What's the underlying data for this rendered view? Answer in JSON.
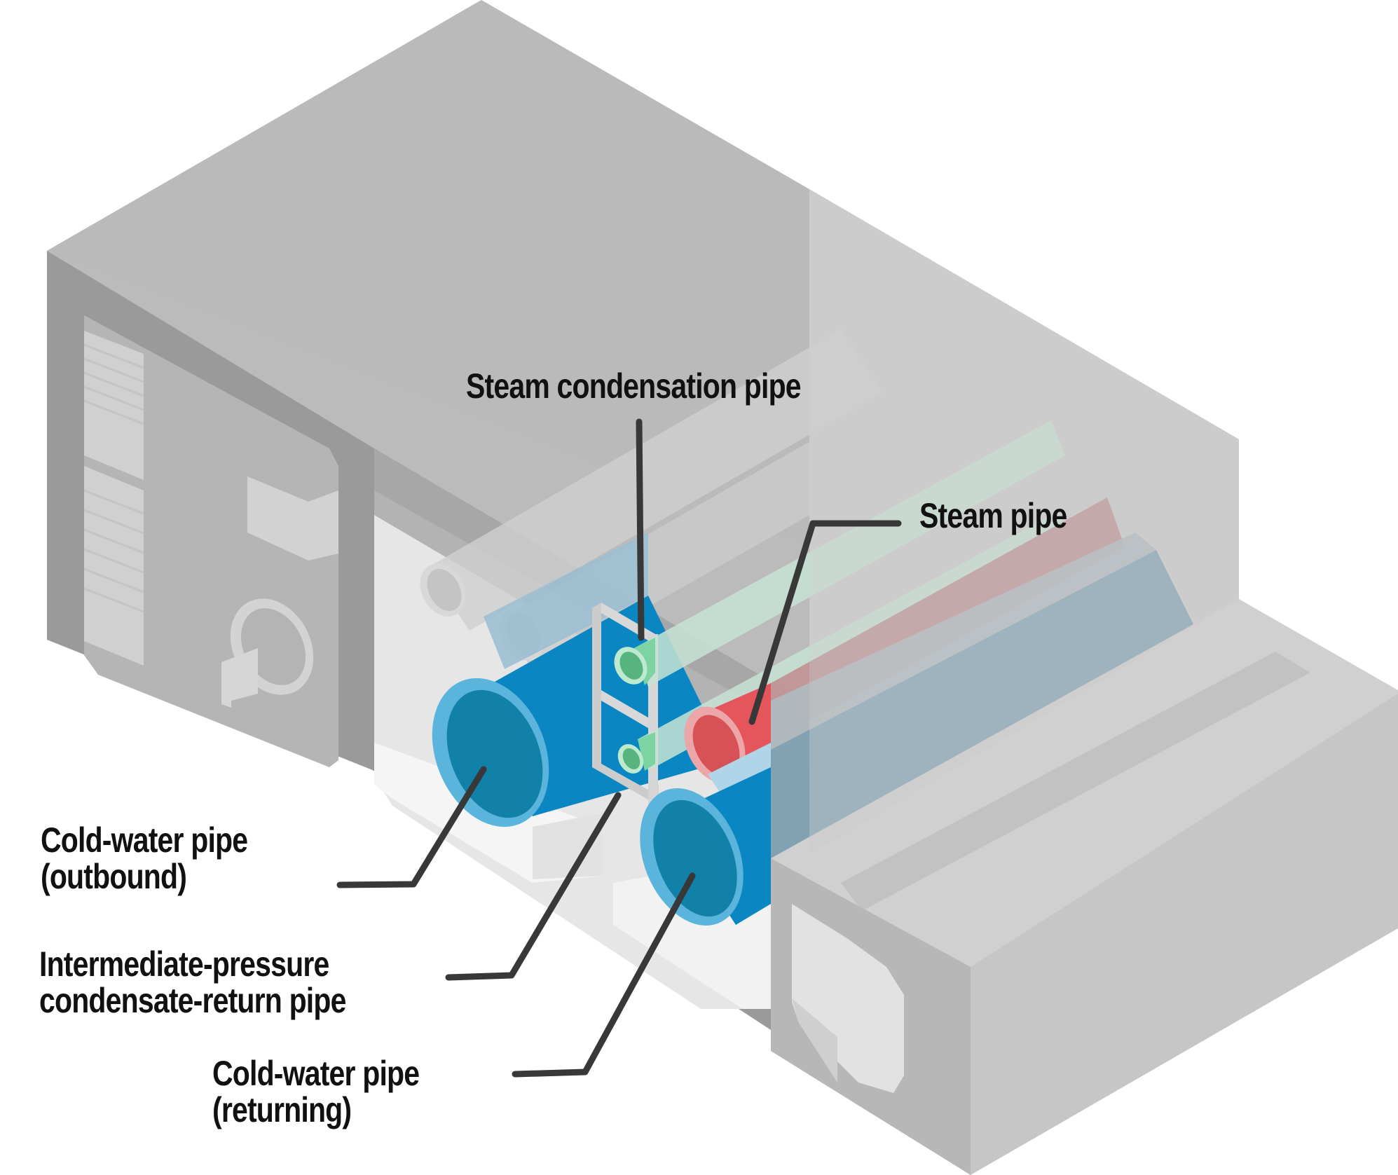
{
  "diagram": {
    "title": "Utility tunnel pipe layout",
    "colors": {
      "concrete_dark": "#9a9a9a",
      "concrete_mid": "#b9b9b9",
      "concrete_light": "#cfcfcf",
      "floor_light": "#ececec",
      "cold_water_outer": "#5bb4dc",
      "cold_water_body": "#0a87c2",
      "cold_water_inner": "#1181a8",
      "steam_outer": "#eca6a8",
      "steam_body": "#e4555c",
      "steam_inner": "#d65256",
      "condensate_outer": "#bde9cf",
      "condensate_body": "#7bd4a1",
      "condensate_inner": "#58b47e",
      "leader_line": "#383838"
    },
    "labels": {
      "steam_condensation": [
        "Steam condensation pipe"
      ],
      "steam": [
        "Steam pipe"
      ],
      "cold_water_outbound": [
        "Cold-water pipe",
        "(outbound)"
      ],
      "intermediate_pressure": [
        "Intermediate-pressure",
        "condensate-return pipe"
      ],
      "cold_water_returning": [
        "Cold-water pipe",
        "(returning)"
      ]
    }
  }
}
